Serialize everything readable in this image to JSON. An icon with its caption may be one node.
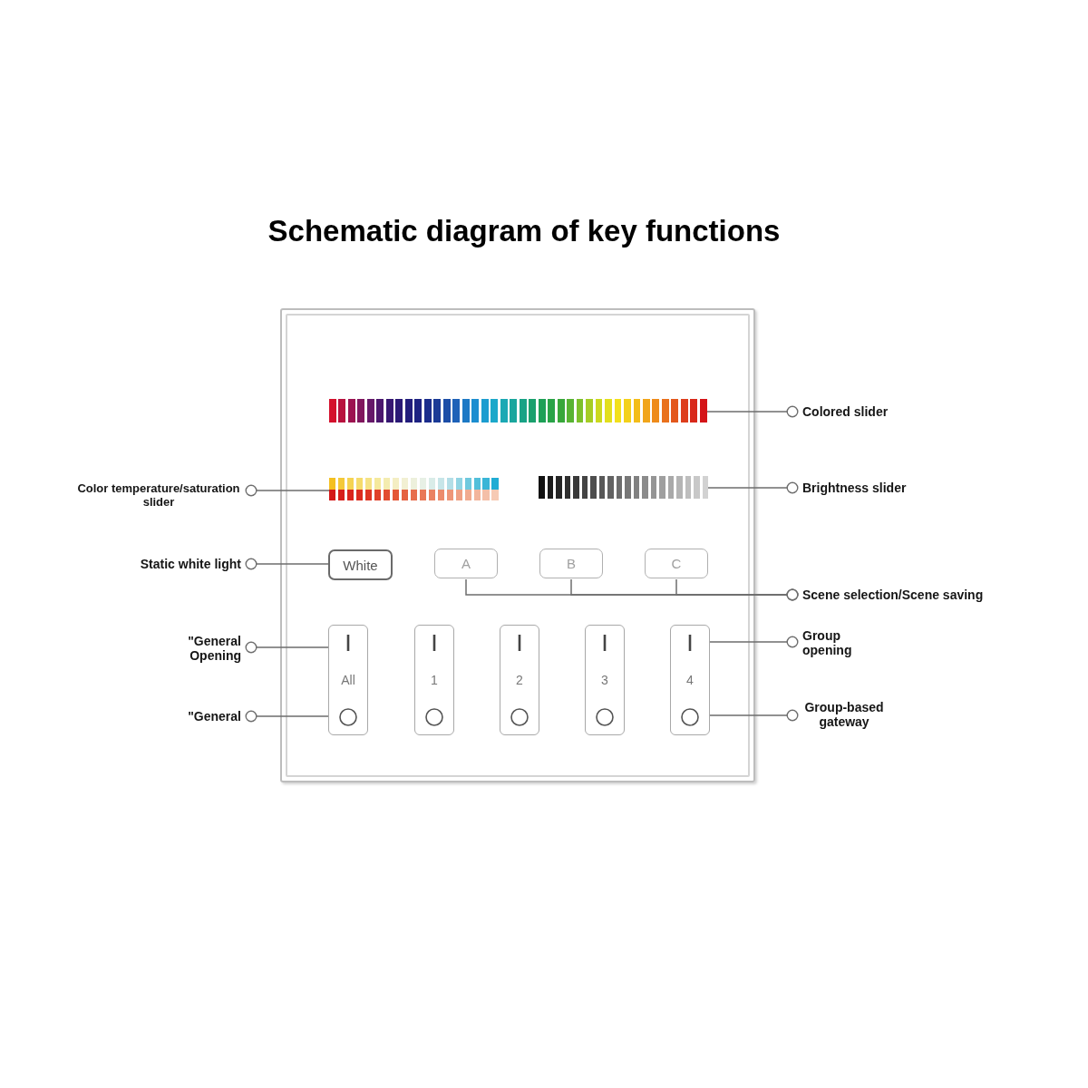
{
  "diagram": {
    "title": "Schematic diagram of key functions",
    "nodes": [
      {
        "text": [],
        "shape": "box"
      },
      {
        "text": [],
        "shape": "bar",
        "in": 0
      },
      {
        "text": [],
        "shape": "bar",
        "in": 0
      },
      {
        "text": [],
        "shape": "bar",
        "in": 0
      },
      {
        "text": [
          "White"
        ],
        "in": 0
      },
      {
        "text": [
          "A"
        ],
        "in": 0
      },
      {
        "text": [
          "B"
        ],
        "in": 0
      },
      {
        "text": [
          "C"
        ],
        "in": 0
      },
      {
        "text": [
          "All"
        ],
        "in": 0
      },
      {
        "text": [
          "1"
        ],
        "in": 0
      },
      {
        "text": [
          "2"
        ],
        "in": 0
      },
      {
        "text": [
          "3"
        ],
        "in": 0
      },
      {
        "text": [
          "4"
        ],
        "in": 0
      },
      {
        "text": [
          "Colored slider"
        ]
      },
      {
        "text": [
          "Color temperature/saturation slider"
        ]
      },
      {
        "text": [
          "Brightness slider"
        ]
      },
      {
        "text": [
          "Static white light"
        ]
      },
      {
        "text": [
          "Scene selection/Scene saving"
        ]
      },
      {
        "text": [
          "\"General Opening"
        ]
      },
      {
        "text": [
          "Group opening"
        ]
      },
      {
        "text": [
          "\"General"
        ]
      },
      {
        "text": [
          "Group-based gateway"
        ]
      }
    ],
    "edges": [
      {
        "from": 13,
        "to": 1,
        "arrow": "other"
      },
      {
        "from": 14,
        "to": 2,
        "arrow": "other"
      },
      {
        "from": 15,
        "to": 3,
        "arrow": "other"
      },
      {
        "from": 16,
        "to": 4,
        "arrow": "other"
      },
      {
        "from": 17,
        "to": 5,
        "arrow": "other"
      },
      {
        "from": 17,
        "to": 6,
        "arrow": "other"
      },
      {
        "from": 17,
        "to": 7,
        "arrow": "other"
      },
      {
        "from": 18,
        "to": 8,
        "arrow": "other"
      },
      {
        "from": 19,
        "to": 12,
        "arrow": "other"
      },
      {
        "from": 20,
        "to": 8,
        "arrow": "other"
      },
      {
        "from": 21,
        "to": 12,
        "arrow": "other"
      }
    ]
  }
}
